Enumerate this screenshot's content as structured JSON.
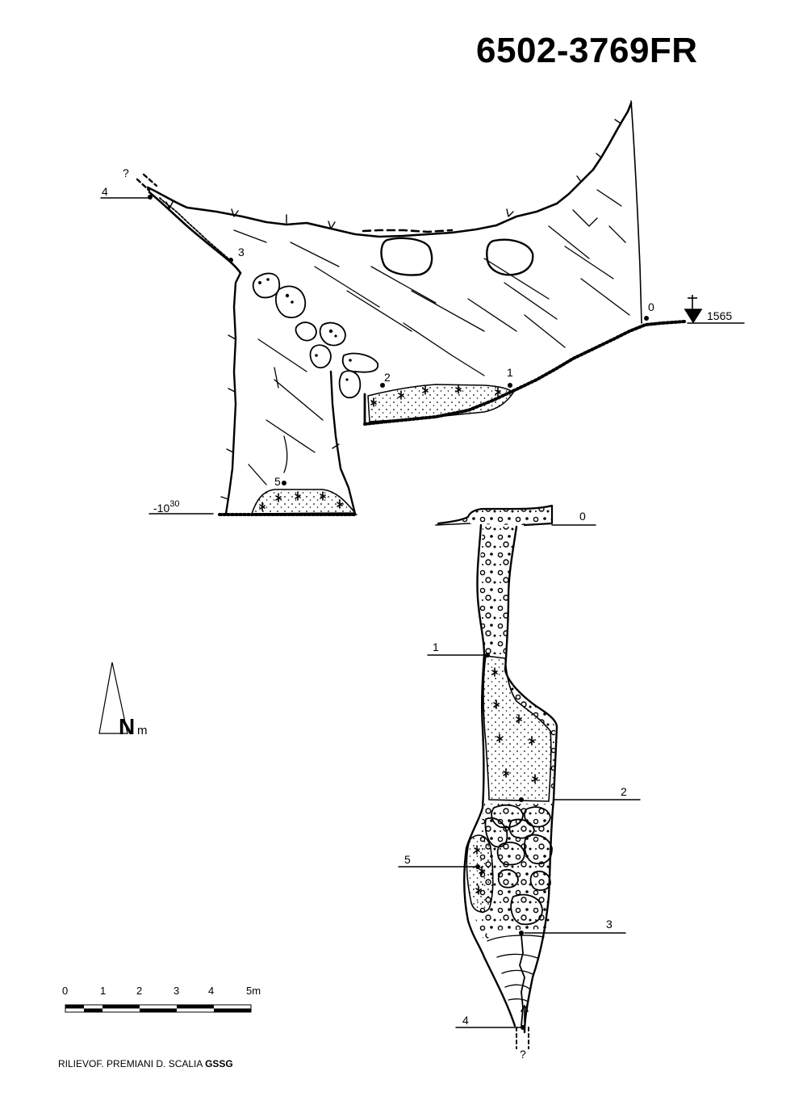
{
  "header": {
    "cave_id": "6502-3769FR"
  },
  "section_view": {
    "survey_stations": [
      "0",
      "1",
      "2",
      "3",
      "4",
      "5"
    ],
    "unknown_continuation_marker": "?",
    "entrance_elevation": "1565",
    "depth_label_main": "-10",
    "depth_label_sup": "30"
  },
  "plan_view": {
    "survey_stations": [
      "0",
      "1",
      "2",
      "3",
      "4",
      "5"
    ],
    "unknown_continuation_marker": "?"
  },
  "north_arrow": {
    "letter": "N",
    "subscript": "m"
  },
  "scale_bar": {
    "ticks": [
      "0",
      "1",
      "2",
      "3",
      "4",
      "5m"
    ]
  },
  "credit": {
    "text": "RILIEVOF. PREMIANI D. SCALIA",
    "group": "GSSG"
  },
  "colors": {
    "ink": "#000000",
    "paper": "#ffffff"
  }
}
